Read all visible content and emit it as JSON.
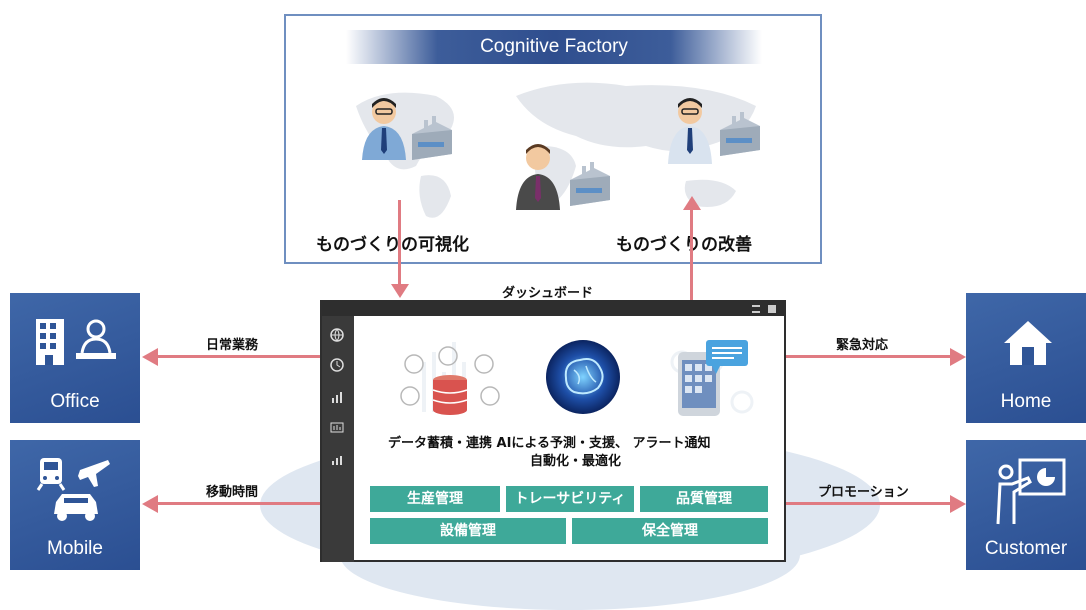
{
  "top_panel": {
    "title": "Cognitive Factory",
    "label_left": "ものづくりの可視化",
    "label_right": "ものづくりの改善"
  },
  "dashboard": {
    "caption": "ダッシュボード",
    "features_line1": "データ蓄積・連携  AIによる予測・支援、 アラート通知",
    "features_line2": "自動化・最適化",
    "modules": [
      "生産管理",
      "トレーサビリティ",
      "品質管理",
      "設備管理",
      "保全管理"
    ]
  },
  "left": [
    {
      "label": "Office",
      "arrow_text": "日常業務"
    },
    {
      "label": "Mobile",
      "arrow_text": "移動時間"
    }
  ],
  "right": [
    {
      "label": "Home",
      "arrow_text": "緊急対応"
    },
    {
      "label": "Customer",
      "arrow_text": "プロモーション"
    }
  ],
  "colors": {
    "tile_blue": "#2f5597",
    "arrow_pink": "#e07b82",
    "module_teal": "#3ea999",
    "title_bar": "#2f4e8e"
  },
  "icons": [
    "building-icon",
    "user-laptop-icon",
    "train-icon",
    "airplane-icon",
    "car-icon",
    "house-icon",
    "presentation-icon",
    "database-icon",
    "brain-icon",
    "tablet-icon",
    "globe-icon",
    "clock-icon",
    "chart-icon"
  ]
}
